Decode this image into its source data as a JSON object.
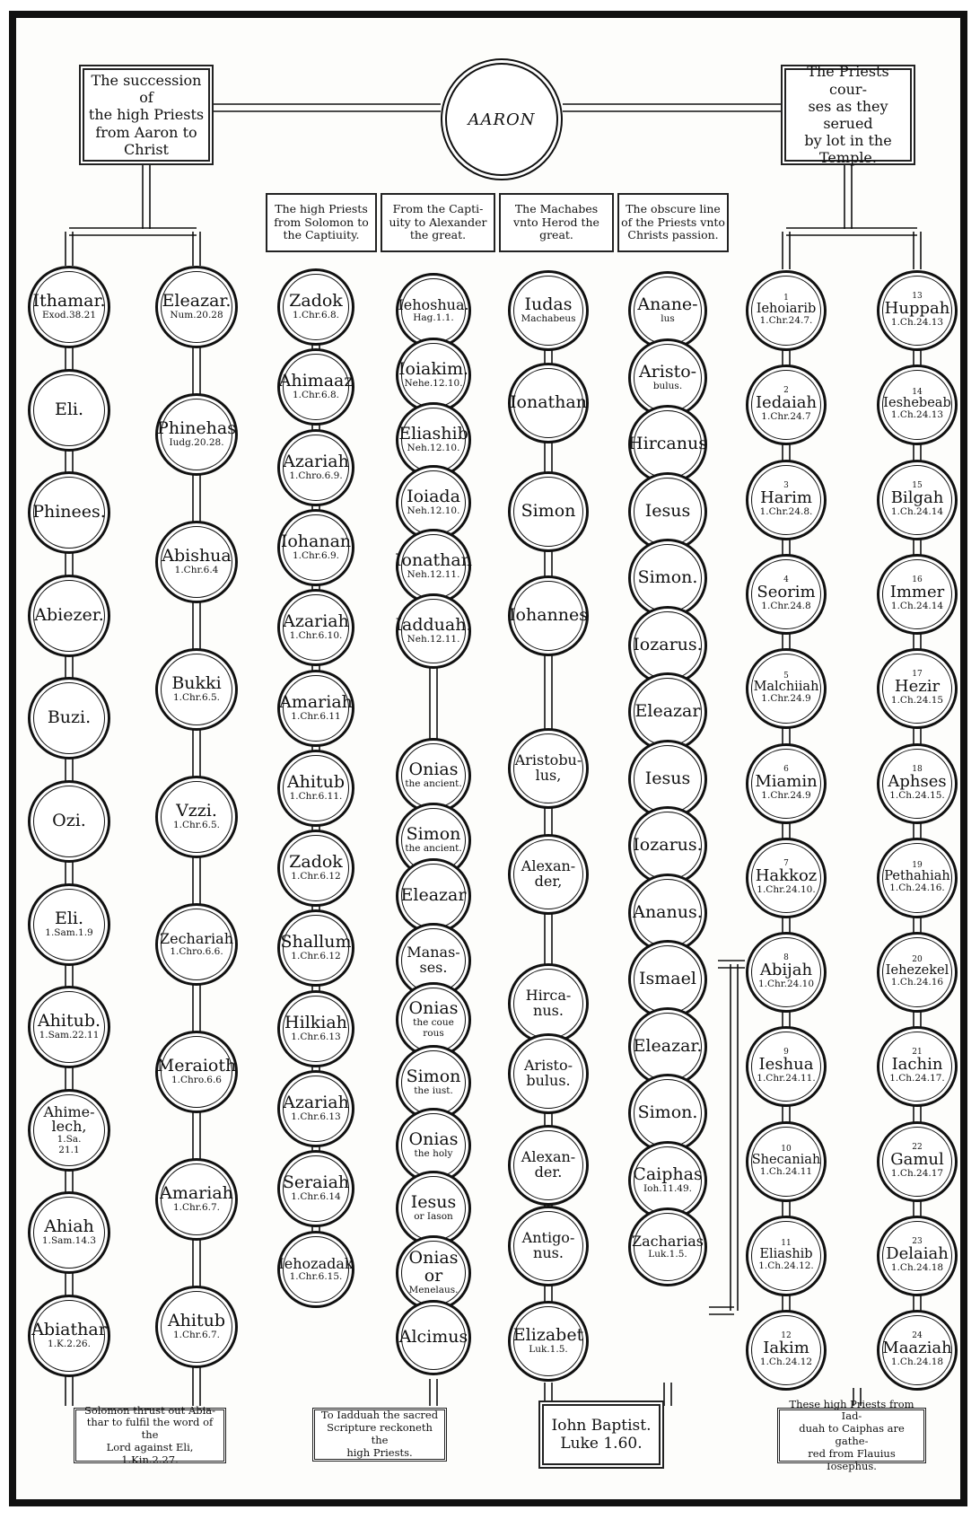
{
  "center": {
    "title": "AARON"
  },
  "left_cartouche": "The succession of\nthe high Priests\nfrom Aaron to\nChrist",
  "right_cartouche": "The Priests cour-\nses as they serued\nby lot in the\nTemple.",
  "column_heads": [
    "The high Priests\nfrom Solomon to\nthe Captiuity.",
    "From the Capti-\nuity to Alexander\nthe great.",
    "The Machabes\nvnto Herod the\ngreat.",
    "The obscure line\nof the Priests vnto\nChrists passion."
  ],
  "columns": [
    {
      "name": "Ithamar-line",
      "nodes": [
        {
          "name": "Ithamar.",
          "ref": "Exod.38.21"
        },
        {
          "name": "Eli.",
          "ref": ""
        },
        {
          "name": "Phinees.",
          "ref": ""
        },
        {
          "name": "Abiezer.",
          "ref": ""
        },
        {
          "name": "Buzi.",
          "ref": ""
        },
        {
          "name": "Ozi.",
          "ref": ""
        },
        {
          "name": "Eli.",
          "ref": "1.Sam.1.9"
        },
        {
          "name": "Ahitub.",
          "ref": "1.Sam.22.11"
        },
        {
          "name": "Ahime-\nlech,",
          "ref": "1.Sa.\n21.1"
        },
        {
          "name": "Ahiah",
          "ref": "1.Sam.14.3"
        },
        {
          "name": "Abiathar",
          "ref": "1.K.2.26."
        }
      ]
    },
    {
      "name": "Eleazar-line",
      "nodes": [
        {
          "name": "Eleazar.",
          "ref": "Num.20.28"
        },
        {
          "name": "Phinehas",
          "ref": "Iudg.20.28."
        },
        {
          "name": "Abishua",
          "ref": "1.Chr.6.4"
        },
        {
          "name": "Bukki",
          "ref": "1.Chr.6.5."
        },
        {
          "name": "Vzzi.",
          "ref": "1.Chr.6.5."
        },
        {
          "name": "Zechariah",
          "ref": "1.Chro.6.6."
        },
        {
          "name": "Meraioth",
          "ref": "1.Chro.6.6"
        },
        {
          "name": "Amariah",
          "ref": "1.Chr.6.7."
        },
        {
          "name": "Ahitub",
          "ref": "1.Chr.6.7."
        }
      ]
    },
    {
      "name": "Solomon-to-captivity",
      "nodes": [
        {
          "name": "Zadok",
          "ref": "1.Chr.6.8."
        },
        {
          "name": "Ahimaaz",
          "ref": "1.Chr.6.8."
        },
        {
          "name": "Azariah",
          "ref": "1.Chro.6.9."
        },
        {
          "name": "Iohanan",
          "ref": "1.Chr.6.9."
        },
        {
          "name": "Azariah",
          "ref": "1.Chr.6.10."
        },
        {
          "name": "Amariah",
          "ref": "1.Chr.6.11"
        },
        {
          "name": "Ahitub",
          "ref": "1.Chr.6.11."
        },
        {
          "name": "Zadok",
          "ref": "1.Chr.6.12"
        },
        {
          "name": "Shallum",
          "ref": "1.Chr.6.12"
        },
        {
          "name": "Hilkiah",
          "ref": "1.Chr.6.13"
        },
        {
          "name": "Azariah",
          "ref": "1.Chr.6.13"
        },
        {
          "name": "Seraiah",
          "ref": "1.Chr.6.14"
        },
        {
          "name": "Iehozadak",
          "ref": "1.Chr.6.15."
        }
      ]
    },
    {
      "name": "Captivity-to-Alexander",
      "nodes": [
        {
          "name": "Iehoshua.",
          "ref": "Hag.1.1."
        },
        {
          "name": "Ioiakim.",
          "ref": "Nehe.12.10."
        },
        {
          "name": "Eliashib",
          "ref": "Neh.12.10."
        },
        {
          "name": "Ioiada",
          "ref": "Neh.12.10."
        },
        {
          "name": "Ionathan",
          "ref": "Neh.12.11."
        },
        {
          "name": "Iadduah.",
          "ref": "Neh.12.11."
        },
        {
          "name": "Onias",
          "ref": "the ancient."
        },
        {
          "name": "Simon",
          "ref": "the ancient."
        },
        {
          "name": "Eleazar",
          "ref": ""
        },
        {
          "name": "Manas-\nses.",
          "ref": ""
        },
        {
          "name": "Onias",
          "ref": "the coue\nrous"
        },
        {
          "name": "Simon",
          "ref": "the iust."
        },
        {
          "name": "Onias",
          "ref": "the holy"
        },
        {
          "name": "Iesus",
          "ref": "or Iason"
        },
        {
          "name": "Onias or",
          "ref": "Menelaus."
        },
        {
          "name": "Alcimus",
          "ref": ""
        }
      ]
    },
    {
      "name": "Machabes-to-Herod",
      "nodes": [
        {
          "name": "Iudas",
          "ref": "Machabeus"
        },
        {
          "name": "Ionathan",
          "ref": ""
        },
        {
          "name": "Simon",
          "ref": ""
        },
        {
          "name": "Iohannes",
          "ref": ""
        },
        {
          "name": "Aristobu-\nlus,",
          "ref": ""
        },
        {
          "name": "Alexan-\nder,",
          "ref": ""
        },
        {
          "name": "Hirca-\nnus.",
          "ref": ""
        },
        {
          "name": "Aristo-\nbulus.",
          "ref": ""
        },
        {
          "name": "Alexan-\nder.",
          "ref": ""
        },
        {
          "name": "Antigo-\nnus.",
          "ref": ""
        },
        {
          "name": "Elizabet",
          "ref": "Luk.1.5."
        }
      ]
    },
    {
      "name": "Obscure-line",
      "nodes": [
        {
          "name": "Anane-",
          "ref": "lus"
        },
        {
          "name": "Aristo-",
          "ref": "bulus."
        },
        {
          "name": "Hircanus",
          "ref": ""
        },
        {
          "name": "Iesus",
          "ref": ""
        },
        {
          "name": "Simon.",
          "ref": ""
        },
        {
          "name": "Iozarus.",
          "ref": ""
        },
        {
          "name": "Eleazar",
          "ref": ""
        },
        {
          "name": "Iesus",
          "ref": ""
        },
        {
          "name": "Iozarus.",
          "ref": ""
        },
        {
          "name": "Ananus.",
          "ref": ""
        },
        {
          "name": "Ismael",
          "ref": ""
        },
        {
          "name": "Eleazar.",
          "ref": ""
        },
        {
          "name": "Simon.",
          "ref": ""
        },
        {
          "name": "Caiphas",
          "ref": "Ioh.11.49."
        },
        {
          "name": "Zacharias",
          "ref": "Luk.1.5."
        }
      ]
    },
    {
      "name": "Courses-1-12",
      "nodes": [
        {
          "num": "1",
          "name": "Iehoiarib",
          "ref": "1.Chr.24.7."
        },
        {
          "num": "2",
          "name": "Iedaiah",
          "ref": "1.Chr.24.7"
        },
        {
          "num": "3",
          "name": "Harim",
          "ref": "1.Chr.24.8."
        },
        {
          "num": "4",
          "name": "Seorim",
          "ref": "1.Chr.24.8"
        },
        {
          "num": "5",
          "name": "Malchiiah",
          "ref": "1.Chr.24.9"
        },
        {
          "num": "6",
          "name": "Miamin",
          "ref": "1.Chr.24.9"
        },
        {
          "num": "7",
          "name": "Hakkoz",
          "ref": "1.Chr.24.10."
        },
        {
          "num": "8",
          "name": "Abijah",
          "ref": "1.Chr.24.10"
        },
        {
          "num": "9",
          "name": "Ieshua",
          "ref": "1.Chr.24.11."
        },
        {
          "num": "10",
          "name": "Shecaniah",
          "ref": "1.Ch.24.11"
        },
        {
          "num": "11",
          "name": "Eliashib",
          "ref": "1.Ch.24.12."
        },
        {
          "num": "12",
          "name": "Iakim",
          "ref": "1.Ch.24.12"
        }
      ]
    },
    {
      "name": "Courses-13-24",
      "nodes": [
        {
          "num": "13",
          "name": "Huppah",
          "ref": "1.Ch.24.13"
        },
        {
          "num": "14",
          "name": "Ieshebeab",
          "ref": "1.Ch.24.13"
        },
        {
          "num": "15",
          "name": "Bilgah",
          "ref": "1.Ch.24.14"
        },
        {
          "num": "16",
          "name": "Immer",
          "ref": "1.Ch.24.14"
        },
        {
          "num": "17",
          "name": "Hezir",
          "ref": "1.Ch.24.15"
        },
        {
          "num": "18",
          "name": "Aphses",
          "ref": "1.Ch.24.15."
        },
        {
          "num": "19",
          "name": "Pethahiah",
          "ref": "1.Ch.24.16."
        },
        {
          "num": "20",
          "name": "Iehezekel",
          "ref": "1.Ch.24.16"
        },
        {
          "num": "21",
          "name": "Iachin",
          "ref": "1.Ch.24.17."
        },
        {
          "num": "22",
          "name": "Gamul",
          "ref": "1.Ch.24.17"
        },
        {
          "num": "23",
          "name": "Delaiah",
          "ref": "1.Ch.24.18"
        },
        {
          "num": "24",
          "name": "Maaziah",
          "ref": "1.Ch.24.18"
        }
      ]
    }
  ],
  "bottom": [
    "Solomon thrust out Abia-\nthar to fulfil the word of the\nLord against Eli, 1.Kin.2.27.",
    "To Iadduah the sacred\nScripture reckoneth the\nhigh Priests.",
    "Iohn Baptist.\nLuke 1.60.",
    "These high Priests from Iad-\nduah to Caiphas are gathe-\nred from Flauius Iosephus."
  ]
}
